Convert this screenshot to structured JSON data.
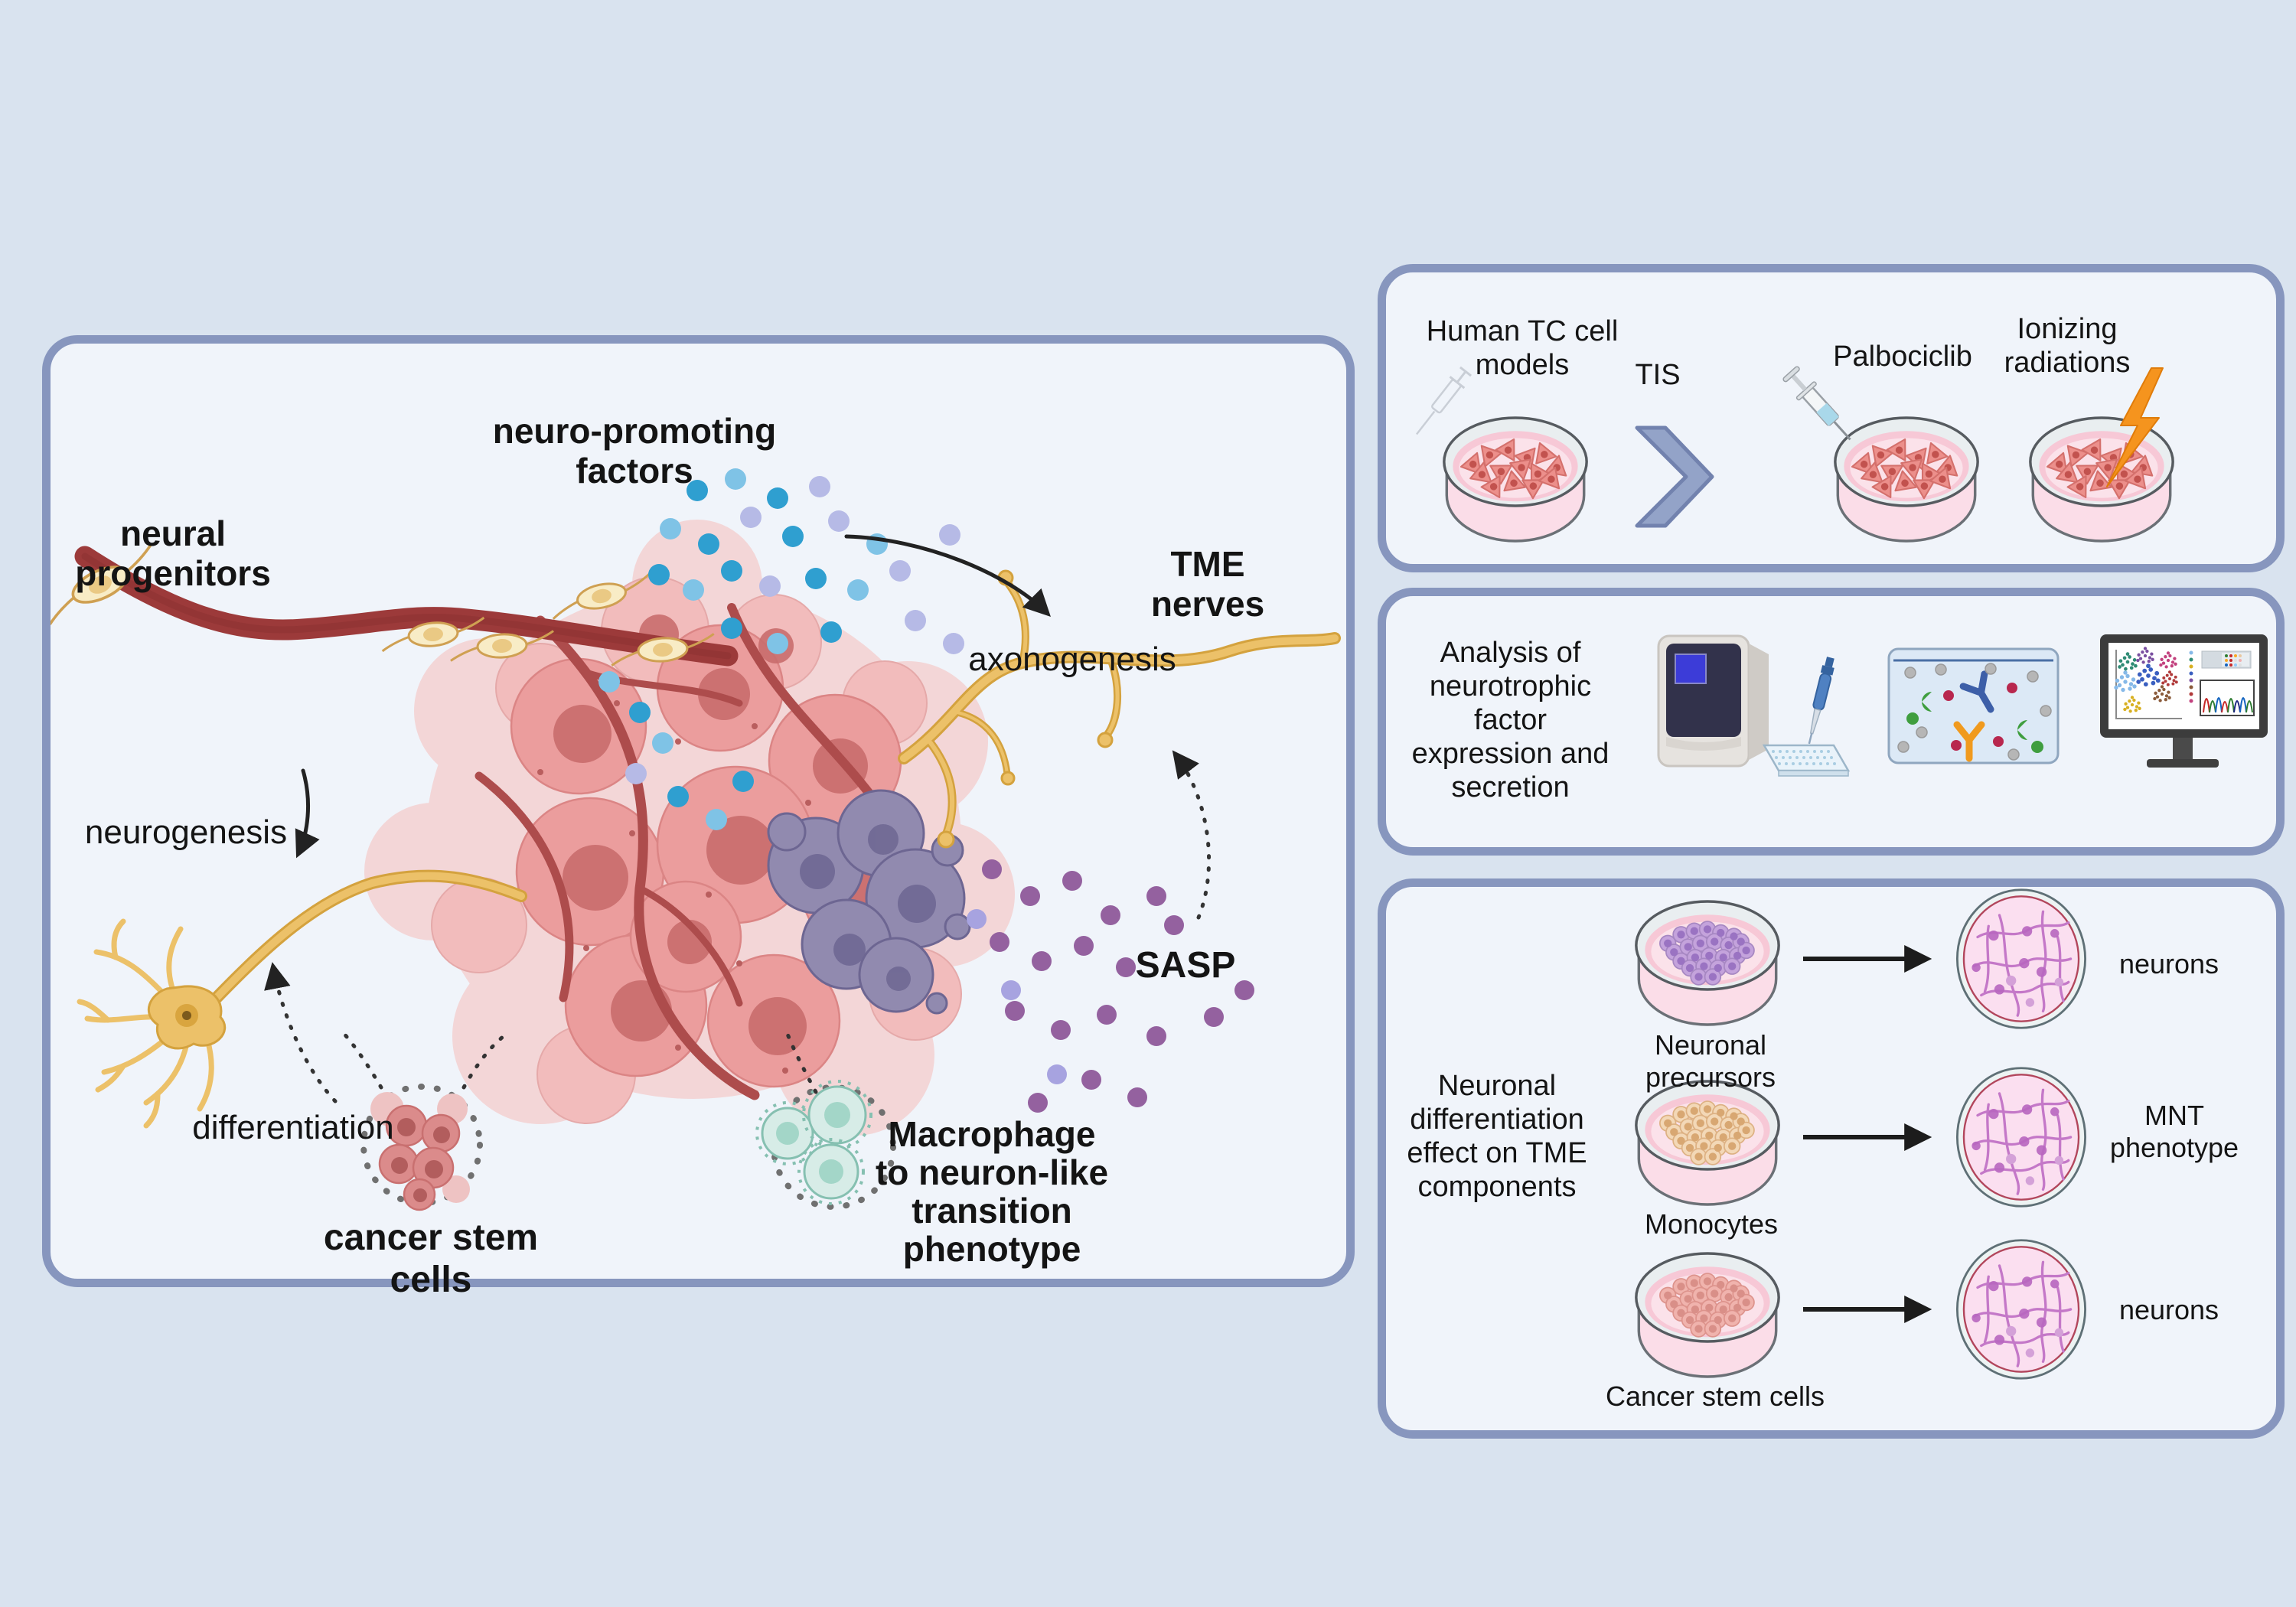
{
  "colors": {
    "background": "#d9e3ef",
    "panel_fill": "#f0f4fa",
    "panel_border": "#8796be",
    "text": "#141414",
    "tumor_pink": "#eb9d9d",
    "nerve_gold": "#ecc169",
    "factor_blue": "#2f9fd0",
    "sasp_purple": "#94619f",
    "senescent_purple": "#918aaf",
    "macrophage_teal": "#d7ece7",
    "bolt_orange": "#f5941e",
    "chevron_blue": "#93a3c8"
  },
  "icons": {
    "left": [
      "blood-vessel",
      "neural-progenitor-cells",
      "tumor-mass",
      "senescent-cells-cluster",
      "neuro-promoting-factor-dots",
      "sasp-dots",
      "golden-neuron",
      "tme-nerve",
      "cancer-stem-cells-circle",
      "macrophage-circle",
      "dashed-arrows",
      "solid-arrows"
    ],
    "top": [
      "petri-dish",
      "chevron-arrow",
      "syringe",
      "lightning-bolt"
    ],
    "middle": [
      "qpcr-machine",
      "pipette",
      "well-plate",
      "elisa-assay",
      "analysis-monitor"
    ],
    "bottom": [
      "petri-dish-3d",
      "flat-culture-dish",
      "right-arrow"
    ]
  },
  "left_panel": {
    "neural_1": "neural",
    "neural_2": "progenitors",
    "npf_1": "neuro-promoting",
    "npf_2": "factors",
    "tme_1": "TME",
    "tme_2": "nerves",
    "axonogenesis": "axonogenesis",
    "neurogenesis": "neurogenesis",
    "sasp": "SASP",
    "differentiation": "differentiation",
    "cancer_stem_cells": "cancer stem cells",
    "mac_1": "Macrophage",
    "mac_2": "to neuron-like",
    "mac_3": "transition",
    "mac_4": "phenotype"
  },
  "top_panel": {
    "title_1": "Human TC cell",
    "title_2": "models",
    "tis": "TIS",
    "palbociclib": "Palbociclib",
    "ionizing_1": "Ionizing",
    "ionizing_2": "radiations"
  },
  "middle_panel": {
    "line_1": "Analysis of",
    "line_2": "neurotrophic",
    "line_3": "factor",
    "line_4": "expression and",
    "line_5": "secretion"
  },
  "bottom_panel": {
    "heading_1": "Neuronal",
    "heading_2": "differentiation",
    "heading_3": "effect on TME",
    "heading_4": "components",
    "rows": [
      {
        "label": "Neuronal precursors",
        "result_lines": [
          "neurons"
        ]
      },
      {
        "label": "Monocytes",
        "result_lines": [
          "MNT",
          "phenotype"
        ]
      },
      {
        "label": "Cancer stem cells",
        "result_lines": [
          "neurons"
        ]
      }
    ]
  }
}
